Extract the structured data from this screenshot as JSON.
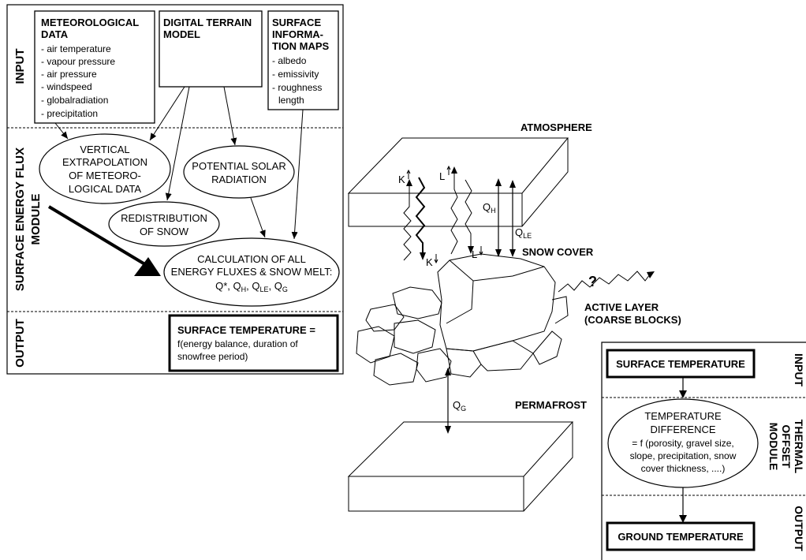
{
  "left_panel": {
    "sections": {
      "input": "INPUT",
      "surface_energy_flux_line1": "SURFACE ENERGY FLUX",
      "surface_energy_flux_line2": "MODULE",
      "output": "OUTPUT"
    },
    "meteorological_box": {
      "title_line1": "METEOROLOGICAL",
      "title_line2": "DATA",
      "items": [
        "- air temperature",
        "- vapour pressure",
        "- air pressure",
        "- windspeed",
        "- globalradiation",
        "- precipitation"
      ]
    },
    "terrain_box": {
      "title_line1": "DIGITAL TERRAIN",
      "title_line2": "MODEL"
    },
    "surface_info_box": {
      "title_line1": "SURFACE",
      "title_line2": "INFORMA-",
      "title_line3": "TION MAPS",
      "items": [
        "- albedo",
        "- emissivity",
        "- roughness",
        "length"
      ]
    },
    "vertical_extrapolation": [
      "VERTICAL",
      "EXTRAPOLATION",
      "OF METEORO-",
      "LOGICAL DATA"
    ],
    "potential_solar": [
      "POTENTIAL SOLAR",
      "RADIATION"
    ],
    "redistribution": [
      "REDISTRIBUTION",
      "OF SNOW"
    ],
    "calculation": {
      "line1": "CALCULATION OF ALL",
      "line2": "ENERGY FLUXES & SNOW MELT:",
      "qstar": "Q*, Q",
      "h": "H",
      "q_le": ", Q",
      "le": "LE",
      "q_g": ", Q",
      "g": "G"
    },
    "surface_temperature_output": {
      "title": "SURFACE TEMPERATURE =",
      "line2": "f(energy balance, duration of",
      "line3": "snowfree period)"
    }
  },
  "middle": {
    "atmosphere": "ATMOSPHERE",
    "snow_cover": "SNOW COVER",
    "active_layer_line1": "ACTIVE LAYER",
    "active_layer_line2": "(COARSE BLOCKS)",
    "question_mark": "?",
    "permafrost": "PERMAFROST",
    "flux_labels": {
      "k": "K",
      "l": "L",
      "q": "Q",
      "h": "H",
      "le": "LE",
      "g": "G"
    }
  },
  "right_panel": {
    "sections": {
      "input": "INPUT",
      "thermal_line1": "THERMAL",
      "thermal_line2": "OFFSET",
      "thermal_line3": "MODULE",
      "output": "OUTPUT"
    },
    "surface_temperature": "SURFACE TEMPERATURE",
    "temperature_difference": [
      "TEMPERATURE",
      "DIFFERENCE",
      "= f (porosity, gravel size,",
      "slope, precipitation, snow",
      "cover thickness, ....)"
    ],
    "ground_temperature": "GROUND TEMPERATURE"
  }
}
